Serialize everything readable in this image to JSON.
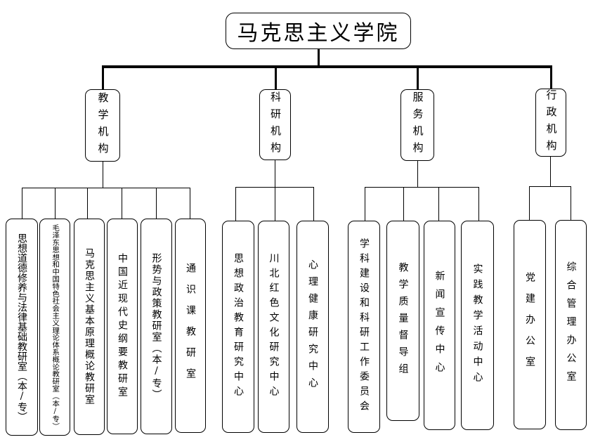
{
  "root": {
    "label": "马克思主义学院"
  },
  "categories": [
    {
      "label": "教学机构",
      "units": [
        "思想道德修养与法律基础教研室（本/专）",
        "毛泽东思想和中国特色社会主义理论体系概论教研室（本/专）",
        "马克思主义基本原理概论教研室",
        "中国近现代史纲要教研室",
        "形势与政策教研室（本/专）",
        "通识课教研室"
      ]
    },
    {
      "label": "科研机构",
      "units": [
        "思想政治教育研究中心",
        "川北红色文化研究中心",
        "心理健康研究中心"
      ]
    },
    {
      "label": "服务机构",
      "units": [
        "学科建设和科研工作委员会",
        "教学质量督导组",
        "新闻宣传中心",
        "实践教学活动中心"
      ]
    },
    {
      "label": "行政机构",
      "units": [
        "党建办公室",
        "综合管理办公室"
      ]
    }
  ]
}
